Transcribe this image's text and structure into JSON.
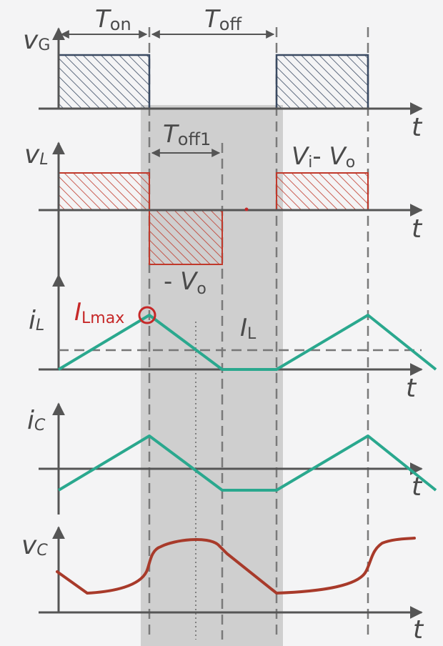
{
  "colors": {
    "background": "#f4f4f5",
    "shade": "#cfcfcf",
    "axis": "#555555",
    "gate_fill": "#3a4a62",
    "inductor_fill": "#c0392b",
    "current_trace": "#2aa88e",
    "vc_trace": "#a83a2a",
    "highlight": "#c62828"
  },
  "labels": {
    "ton": {
      "main": "T",
      "sub": "on"
    },
    "toff": {
      "main": "T",
      "sub": "off"
    },
    "toff1": {
      "main": "T",
      "sub": "off1"
    },
    "vg": {
      "main": "v",
      "sub": "G"
    },
    "vl": {
      "main": "v",
      "sub": "L"
    },
    "il": {
      "main": "i",
      "sub": "L"
    },
    "ic": {
      "main": "i",
      "sub": "C"
    },
    "vc": {
      "main": "v",
      "sub": "C"
    },
    "t_axis": "t",
    "vi_minus_vo": {
      "a": "V",
      "a_sub": "i",
      "minus": "- ",
      "b": "V",
      "b_sub": "o"
    },
    "minus_vo": {
      "minus": "- ",
      "v": "V",
      "sub": "o"
    },
    "il_max": {
      "main": "I",
      "sub": "Lmax"
    },
    "il_avg": {
      "main": "I",
      "sub": "L"
    }
  }
}
